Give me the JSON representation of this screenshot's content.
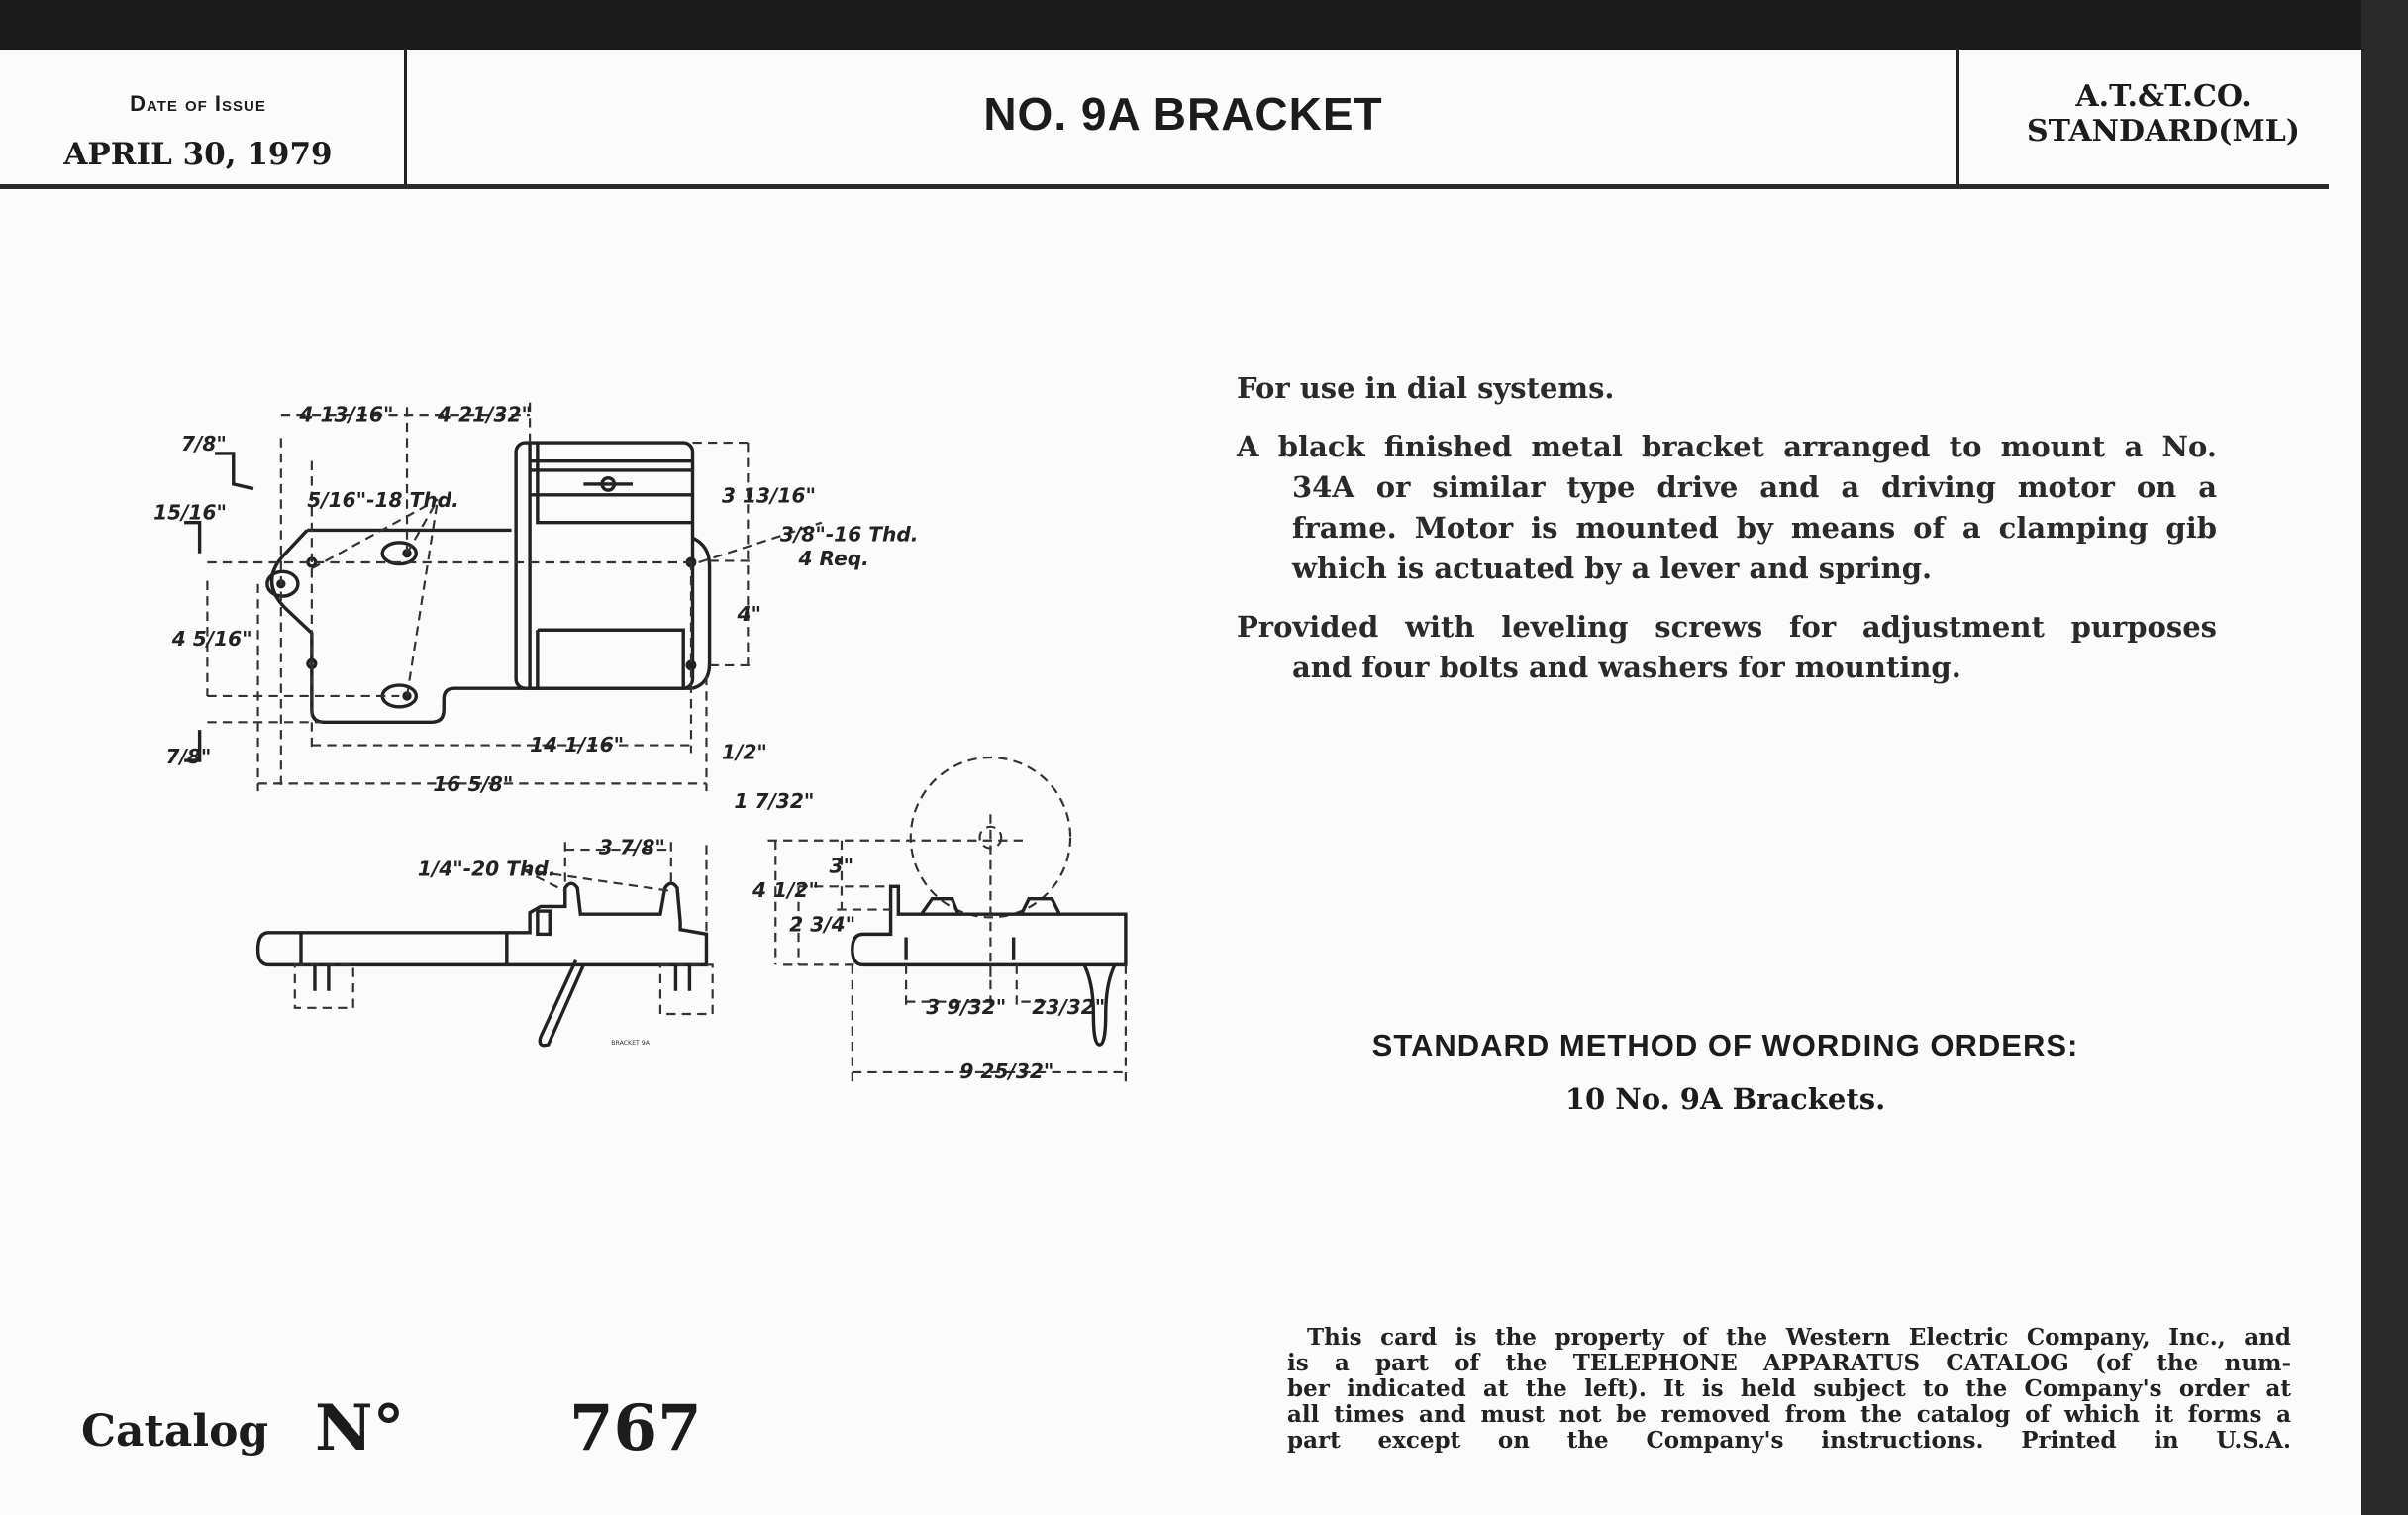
{
  "header": {
    "date_label": "Date of Issue",
    "date_value": "APRIL 30, 1979",
    "title": "NO. 9A BRACKET",
    "standard_line1": "A.T.&T.CO.",
    "standard_line2": "STANDARD(ML)"
  },
  "description": {
    "paragraphs": [
      {
        "lines": [
          "For use in dial systems."
        ]
      },
      {
        "lines": [
          "A black finished metal bracket arranged to mount a No.",
          "34A or similar type drive and a driving motor on a",
          "frame.  Motor is mounted by means of a clamping gib",
          "which is actuated by a lever and spring."
        ]
      },
      {
        "lines": [
          "Provided with leveling screws for adjustment purposes",
          "and four bolts and washers for mounting."
        ]
      }
    ]
  },
  "ordering": {
    "heading": "STANDARD METHOD OF WORDING ORDERS:",
    "example": "10 No. 9A Brackets."
  },
  "catalog": {
    "label": "Catalog",
    "no_symbol": "N°",
    "number": "767"
  },
  "fine_print": {
    "lines": [
      "This card is the property of the Western Electric Company, Inc., and",
      "is a part of the TELEPHONE APPARATUS CATALOG (of the num-",
      "ber indicated at the left).  It is held subject to the Company's order at",
      "all times and must not be removed from the catalog of which it forms a",
      "part except on the Company's instructions.          Printed in U.S.A."
    ]
  },
  "drawing": {
    "caption": "BRACKET 9A",
    "dims": {
      "d_4_13_16": "4 13/16\"",
      "d_4_21_32": "4 21/32\"",
      "d_7_8_top": "7/8\"",
      "d_15_16": "15/16\"",
      "d_5_16_18": "5/16\"-18 Thd.",
      "d_3_13_16": "3 13/16\"",
      "d_3_8_16": "3/8\"-16 Thd.",
      "d_4_req": "4 Req.",
      "d_4": "4\"",
      "d_4_5_16": "4 5/16\"",
      "d_7_8_bot": "7/8\"",
      "d_14_1_16": "14 1/16\"",
      "d_1_2": "1/2\"",
      "d_16_5_8": "16 5/8\"",
      "d_1_7_32": "1 7/32\"",
      "d_1_4_20": "1/4\"-20 Thd.",
      "d_3_7_8": "3 7/8\"",
      "d_4_1_2": "4 1/2\"",
      "d_3": "3\"",
      "d_2_3_4": "2 3/4\"",
      "d_3_9_32": "3 9/32\"",
      "d_23_32": "23/32\"",
      "d_9_25_32": "9 25/32\""
    }
  }
}
